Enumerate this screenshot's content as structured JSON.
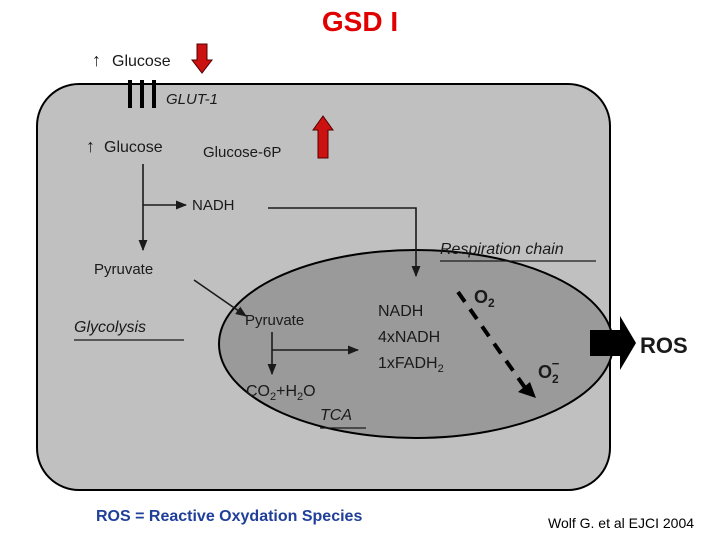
{
  "title": "GSD I",
  "labels": {
    "glucose_outside_arrow": "↑",
    "glucose_outside": "Glucose",
    "glut1": "GLUT-1",
    "glucose_inside_arrow": "↑",
    "glucose_inside": "Glucose",
    "glucose6p": "Glucose-6P",
    "nadh_top": "NADH",
    "pyruvate_cyto": "Pyruvate",
    "glycolysis": "Glycolysis",
    "respiration_chain": "Respiration chain",
    "pyruvate_mito": "Pyruvate",
    "nadh_mito": "NADH",
    "nadh4": "4xNADH",
    "fadh_base": "1xFADH",
    "fadh_sub": "2",
    "co2_base": "CO",
    "co2_sub": "2",
    "co2_plus": "+H",
    "h2o_sub": "2",
    "h2o_o": "O",
    "tca": "TCA",
    "o2_base": "O",
    "o2_sub": "2",
    "o2minus_base": "O",
    "o2minus_sub": "2",
    "o2minus_sup": "−",
    "ros": "ROS"
  },
  "colors": {
    "title": "#e00000",
    "red_arrow": "#cc1111",
    "cell_fill": "#c0c0c0",
    "mito_fill": "#9a9a9a",
    "footnote": "#1f3f9a"
  },
  "footnote": "ROS = Reactive Oxydation Species",
  "citation": "Wolf G. et al EJCI 2004"
}
